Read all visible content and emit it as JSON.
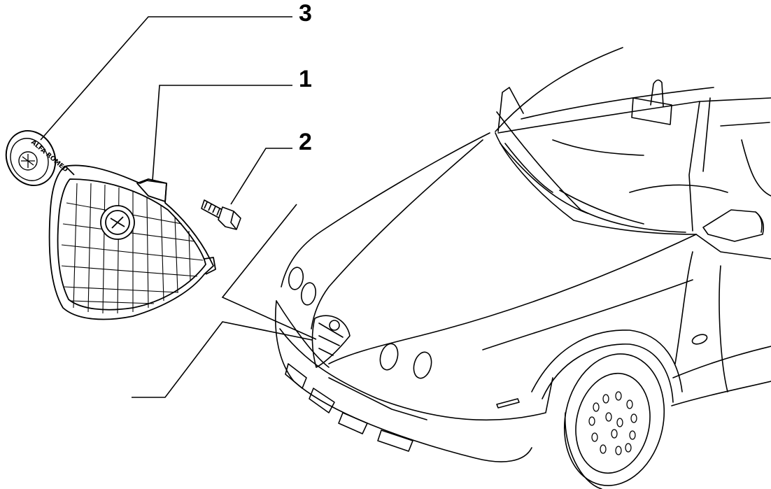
{
  "callouts": [
    {
      "number": "3",
      "part": "emblem"
    },
    {
      "number": "1",
      "part": "grille"
    },
    {
      "number": "2",
      "part": "screw"
    }
  ],
  "emblem_text": "ALFA ROMEO",
  "colors": {
    "ink": "#000000",
    "paper": "#ffffff"
  }
}
